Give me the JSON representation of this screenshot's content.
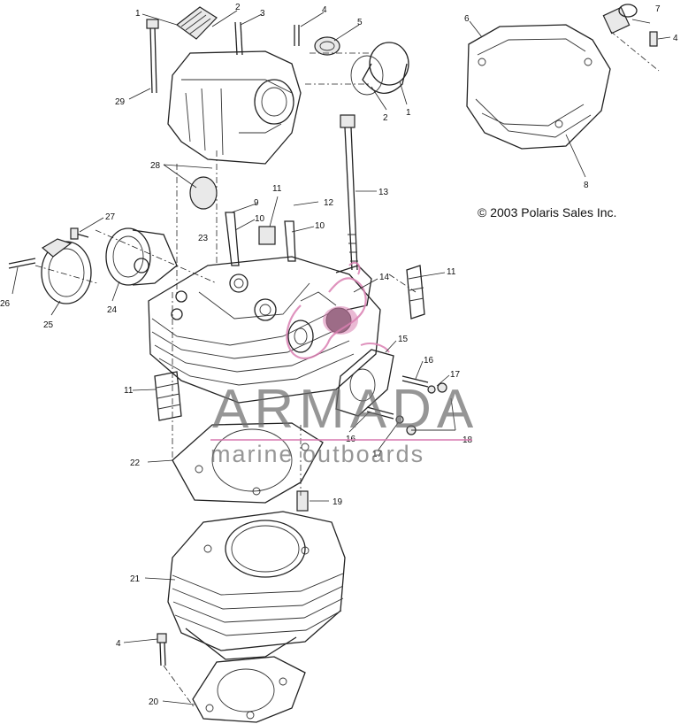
{
  "copyright": "© 2003 Polaris Sales Inc.",
  "watermark": {
    "title": "ARMADA",
    "subtitle": "marine outboards",
    "color": "#d97fb1"
  },
  "callouts": [
    "1",
    "2",
    "3",
    "4",
    "5",
    "2",
    "1",
    "29",
    "28",
    "9",
    "11",
    "12",
    "10",
    "23",
    "13",
    "27",
    "26",
    "25",
    "24",
    "10",
    "14",
    "11",
    "15",
    "16",
    "17",
    "11",
    "18",
    "17",
    "16",
    "22",
    "19",
    "21",
    "4",
    "20",
    "6",
    "7",
    "4",
    "8"
  ]
}
